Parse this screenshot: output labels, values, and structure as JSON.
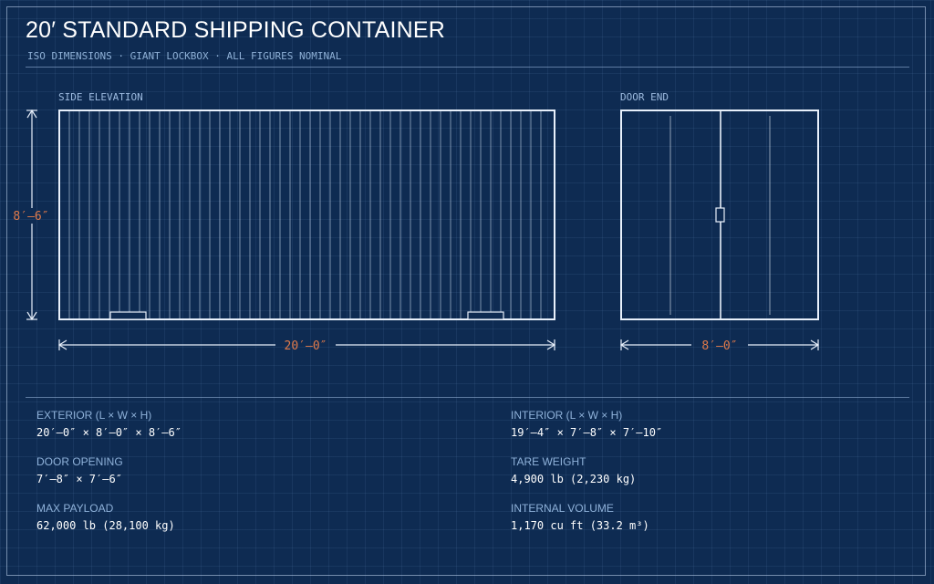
{
  "header": {
    "title": "20′ STANDARD SHIPPING CONTAINER",
    "subtitle": "ISO DIMENSIONS · GIANT LOCKBOX · ALL FIGURES NOMINAL"
  },
  "views": {
    "side": {
      "label": "SIDE ELEVATION",
      "length_dim": "20′–0″",
      "height_dim": "8′–6″"
    },
    "door": {
      "label": "DOOR END",
      "width_dim": "8′–0″"
    }
  },
  "specs": {
    "exterior": {
      "label": "EXTERIOR (L × W × H)",
      "value": "20′–0″ × 8′–0″ × 8′–6″"
    },
    "interior": {
      "label": "INTERIOR (L × W × H)",
      "value": "19′–4″ × 7′–8″ × 7′–10″"
    },
    "door_opening": {
      "label": "DOOR OPENING",
      "value": "7′–8″ × 7′–6″"
    },
    "tare_weight": {
      "label": "TARE WEIGHT",
      "value": "4,900 lb (2,230 kg)"
    },
    "max_payload": {
      "label": "MAX PAYLOAD",
      "value": "62,000 lb (28,100 kg)"
    },
    "internal_volume": {
      "label": "INTERNAL VOLUME",
      "value": "1,170 cu ft (33.2 m³)"
    }
  },
  "colors": {
    "background": "#0e2b52",
    "line": "#e8f0fb",
    "dimension": "#e07a4a",
    "label": "#8fb2da"
  }
}
